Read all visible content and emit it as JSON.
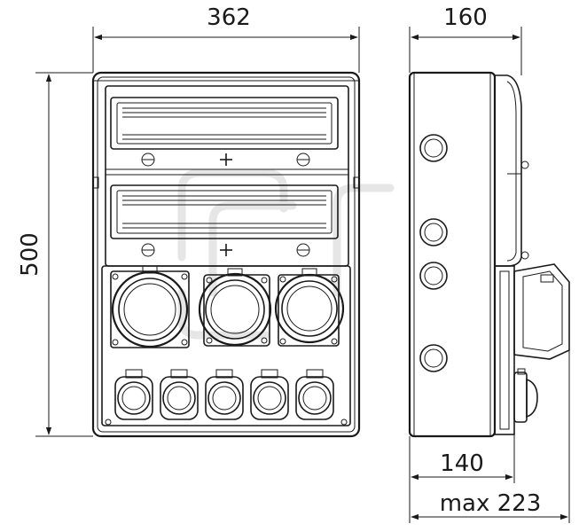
{
  "dimensions": {
    "width": "362",
    "depth": "160",
    "height": "500",
    "depth_without_sockets": "140",
    "max_depth": "max 223"
  },
  "colors": {
    "line": "#1a1a1a",
    "watermark": "#e6e6e6",
    "background": "#ffffff"
  },
  "components": {
    "din_windows": 2,
    "large_sockets": 3,
    "small_sockets": 5,
    "cable_glands_side": 4
  }
}
